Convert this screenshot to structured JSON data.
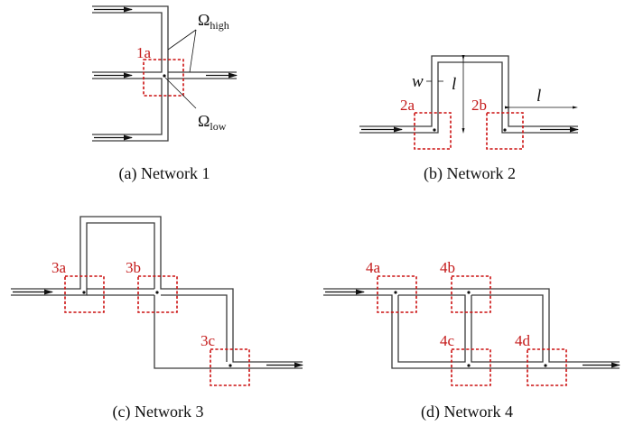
{
  "networks": [
    {
      "caption": "(a) Network 1",
      "junctions": [
        "1a"
      ],
      "omega_high": {
        "symbol": "Ω",
        "subscript": "high"
      },
      "omega_low": {
        "symbol": "Ω",
        "subscript": "low"
      }
    },
    {
      "caption": "(b) Network 2",
      "junctions": [
        "2a",
        "2b"
      ],
      "dimensions": {
        "width": "w",
        "length_vertical": "l",
        "length_horizontal": "l"
      }
    },
    {
      "caption": "(c) Network 3",
      "junctions": [
        "3a",
        "3b",
        "3c"
      ]
    },
    {
      "caption": "(d) Network 4",
      "junctions": [
        "4a",
        "4b",
        "4c",
        "4d"
      ]
    }
  ],
  "colors": {
    "junction_label": "#c41a1a",
    "junction_box": "#cc1111",
    "channel": "#3a3a3a"
  }
}
